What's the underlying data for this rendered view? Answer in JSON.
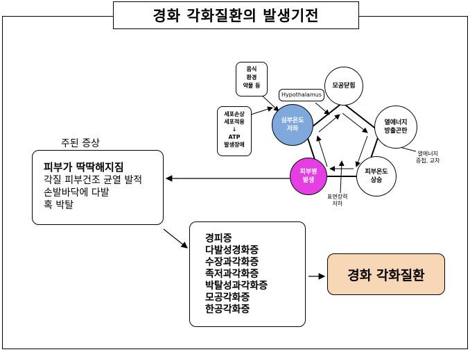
{
  "title": "경화 각화질환의 발생기전",
  "main_symptom_label": "주된 증상",
  "symptom_box": {
    "heading": "피부가 딱딱해지짐",
    "lines": [
      "각질 피부건조 균열 발적",
      "손발바닥에 다발",
      "혹 박탈"
    ]
  },
  "disease_list": [
    "경피증",
    "다발성경화증",
    "수장과각화증",
    "족저과각화증",
    "박탈성과각화증",
    "모공각화증",
    "한공각화증"
  ],
  "result_box": "경화 각화질환",
  "causes_box": [
    "음식",
    "환경",
    "약물 등"
  ],
  "cell_box": {
    "line1": "세포손상",
    "line2": "세포적응",
    "arrow": "↓",
    "line3": "ATP",
    "line4": "발생장애"
  },
  "hypothalamus": "Hypothalamus",
  "cycle": {
    "core_temp": [
      "심부온도",
      "저하"
    ],
    "pore_closure": "모공닫힘",
    "heat_energy": [
      "열에너지",
      "방출곤란"
    ],
    "skin_temp": [
      "피부온도",
      "상승"
    ],
    "skin_lesion": [
      "피부병",
      "발생"
    ]
  },
  "notes": {
    "heat_accum": [
      "열에너지",
      "증첩, 교차"
    ],
    "surface_tension": [
      "표면장력",
      "저하"
    ]
  },
  "colors": {
    "core_temp_fill": "#7fa8dc",
    "skin_lesion_fill": "#e53fe3",
    "result_fill": "#f7d7b5"
  }
}
